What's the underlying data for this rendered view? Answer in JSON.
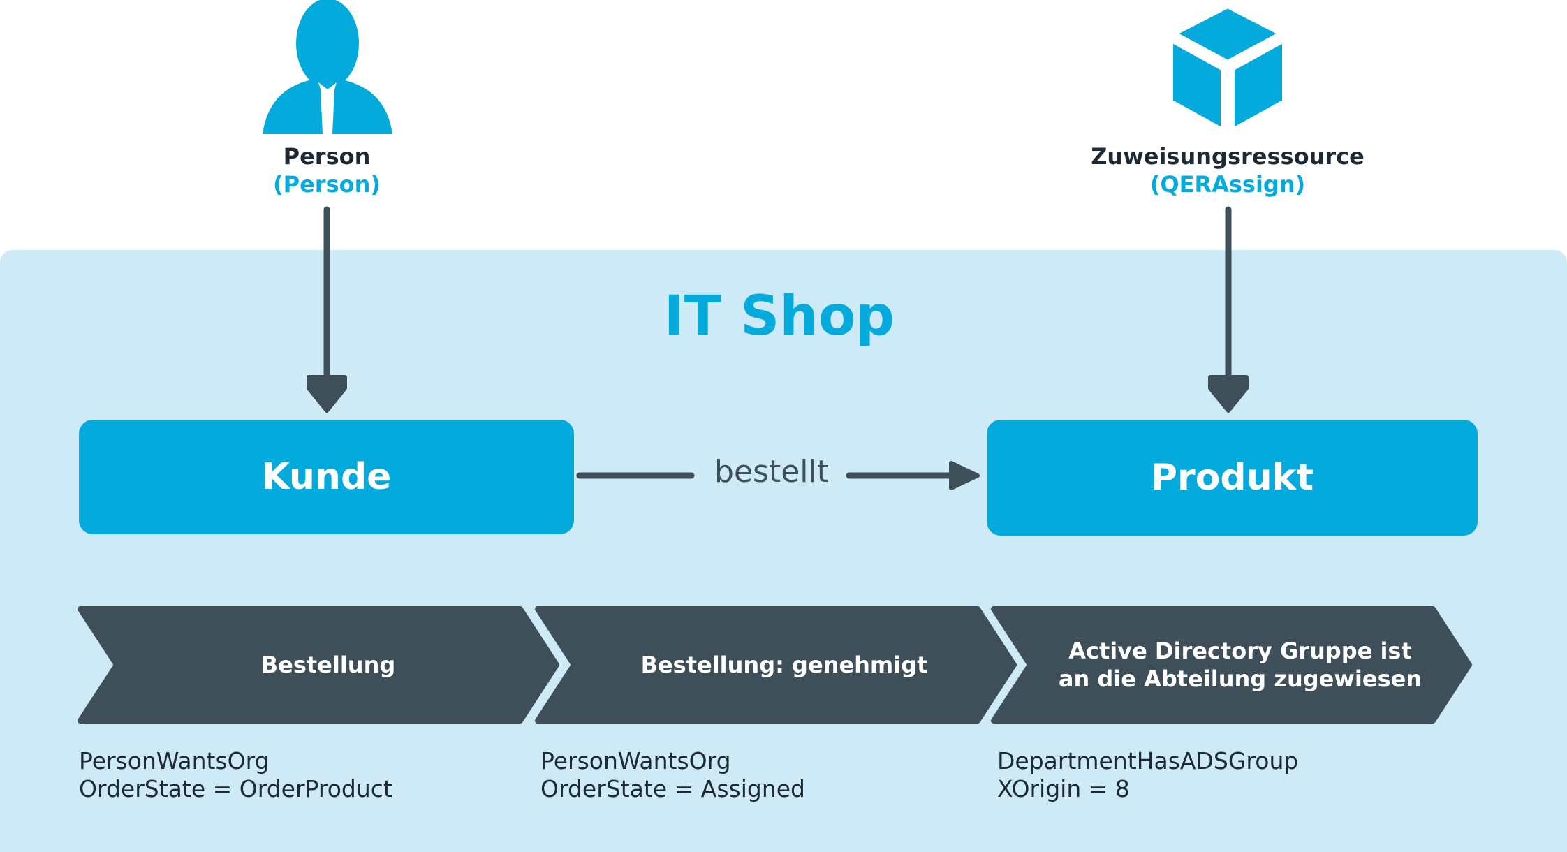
{
  "actors": [
    {
      "name": "Person",
      "table": "(Person)",
      "icon": "person-icon"
    },
    {
      "name": "Zuweisungsressource",
      "table": "(QERAssign)",
      "icon": "cube-icon"
    }
  ],
  "shop": {
    "title": "IT Shop"
  },
  "entities": {
    "customer": "Kunde",
    "product": "Produkt",
    "relation": "bestellt"
  },
  "steps": [
    {
      "label": "Bestellung",
      "table": "PersonWantsOrg",
      "condition": "OrderState = OrderProduct"
    },
    {
      "label": "Bestellung: genehmigt",
      "table": "PersonWantsOrg",
      "condition": "OrderState = Assigned"
    },
    {
      "label_lines": [
        "Active Directory Gruppe ist",
        "an die Abteilung zugewiesen"
      ],
      "table": "DepartmentHasADSGroup",
      "condition": "XOrigin = 8"
    }
  ],
  "colors": {
    "accent": "#04aadc",
    "dark": "#3e4f59",
    "background": "#cdeaf6"
  }
}
